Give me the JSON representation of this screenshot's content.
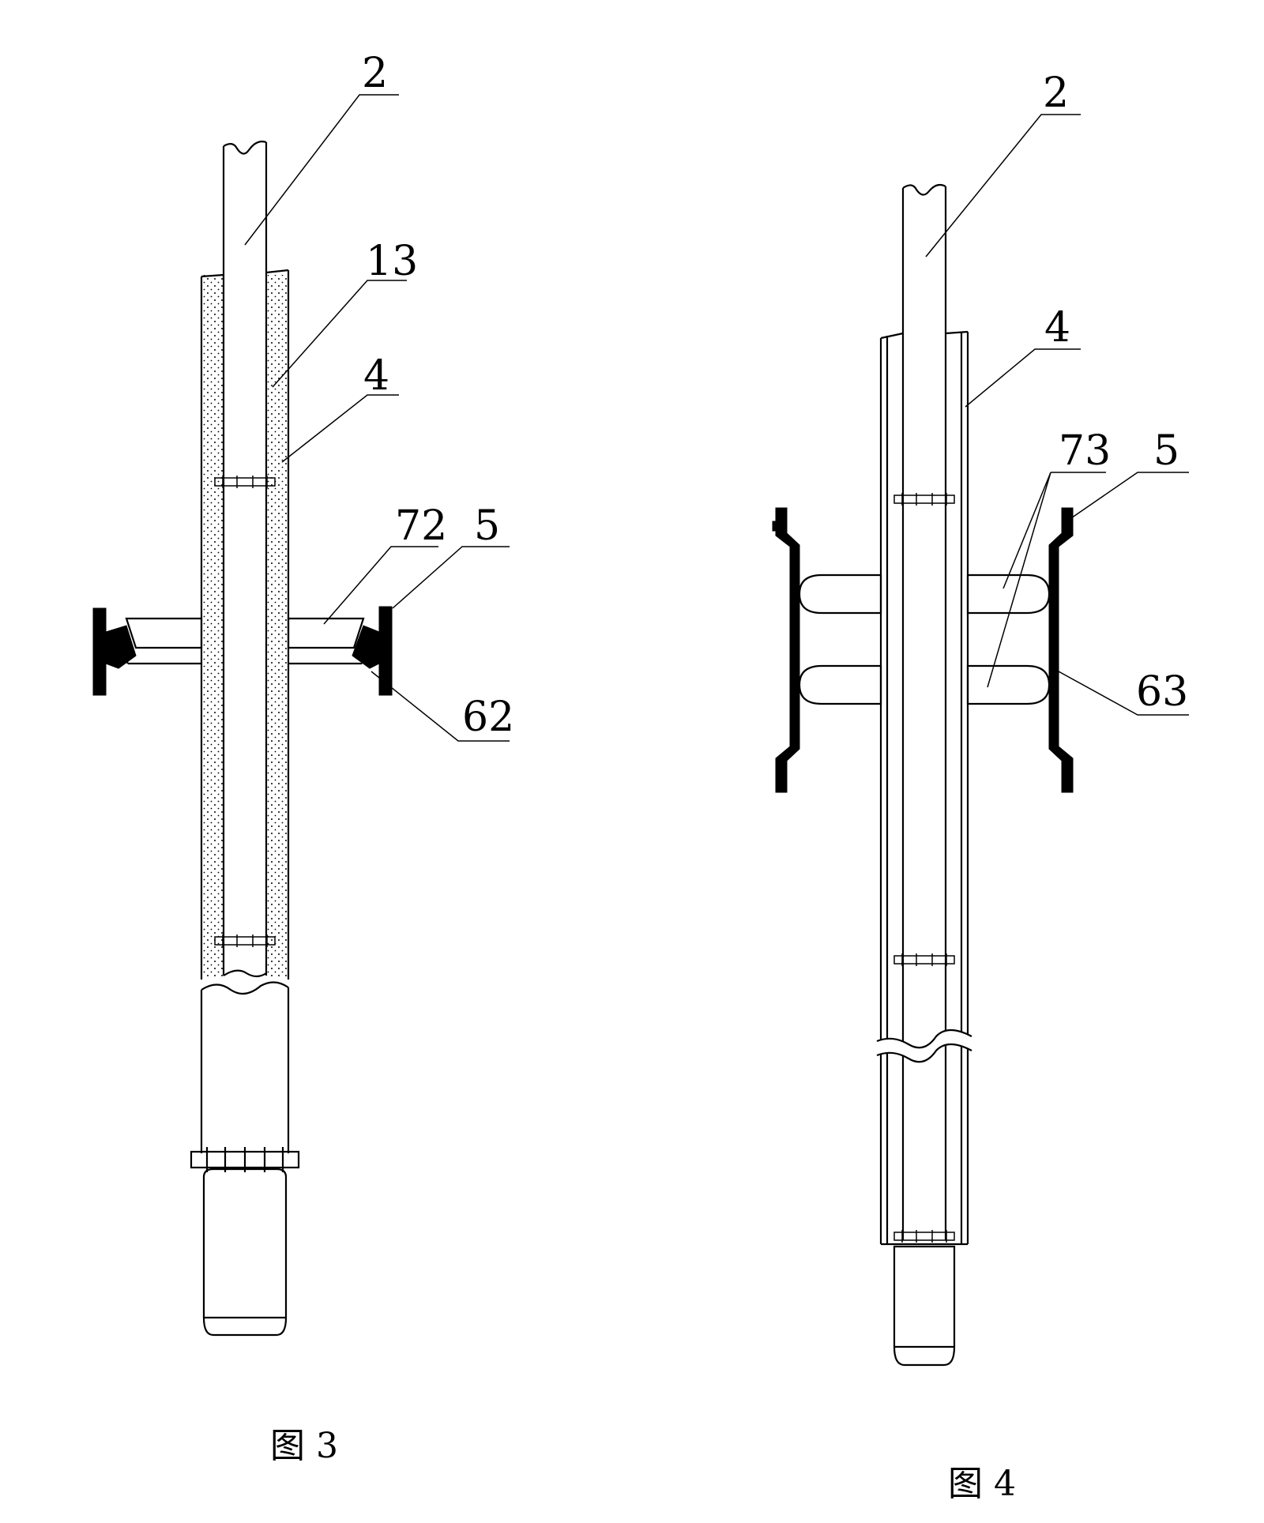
{
  "figures": [
    {
      "caption": "图 3",
      "labels": {
        "shaft": "2",
        "fill_layer": "13",
        "sleeve": "4",
        "disc": "72",
        "wall": "5",
        "seal": "62"
      }
    },
    {
      "caption": "图 4",
      "labels": {
        "shaft": "2",
        "sleeve": "4",
        "discs": "73",
        "wall": "5",
        "seal": "63"
      }
    }
  ]
}
